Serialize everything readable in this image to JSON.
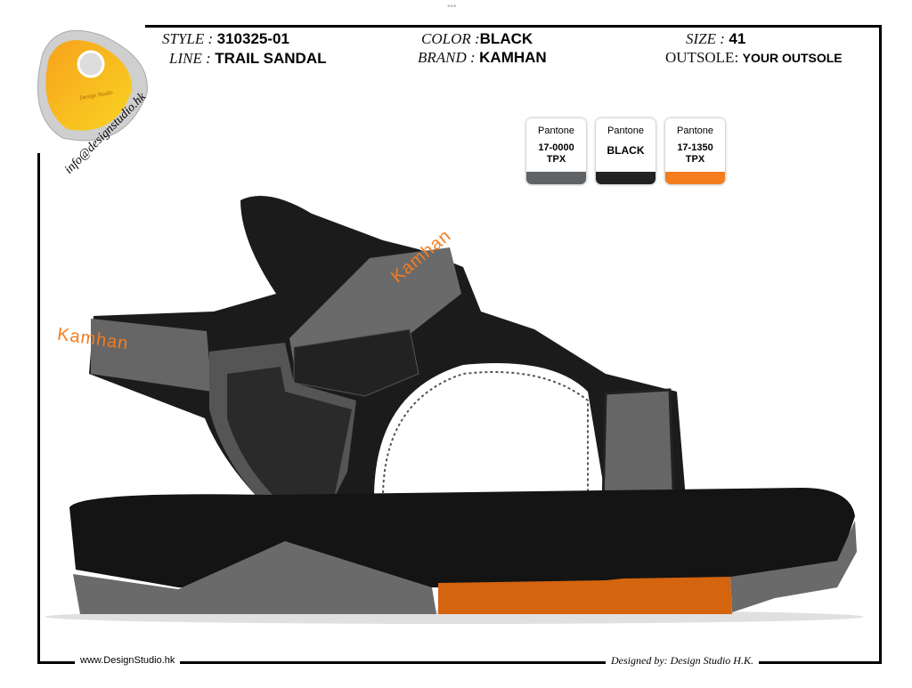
{
  "window": {
    "drag_handle": "•••"
  },
  "logo": {
    "text": "Design Studio",
    "email": "info@designstudio.hk"
  },
  "spec": {
    "style_label": "STYLE :",
    "style_value": "310325-01",
    "line_label": "LINE :",
    "line_value": "TRAIL SANDAL",
    "color_label": "COLOR :",
    "color_value": "BLACK",
    "brand_label": "BRAND :",
    "brand_value": "KAMHAN",
    "size_label": "SIZE :",
    "size_value": "41",
    "outsole_label": "OUTSOLE:",
    "outsole_value": "YOUR OUTSOLE"
  },
  "swatches": [
    {
      "title": "Pantone",
      "code": "17-0000",
      "suffix": "TPX",
      "color": "#5f6366"
    },
    {
      "title": "Pantone",
      "code": "BLACK",
      "suffix": "",
      "color": "#222222"
    },
    {
      "title": "Pantone",
      "code": "17-1350",
      "suffix": "TPX",
      "color": "#f57c1f"
    }
  ],
  "product": {
    "brand_mark_heel": "Kamhan",
    "brand_mark_strap": "Kamhan"
  },
  "footer": {
    "website": "www.DesignStudio.hk",
    "credit": "Designed by: Design Studio H.K."
  }
}
